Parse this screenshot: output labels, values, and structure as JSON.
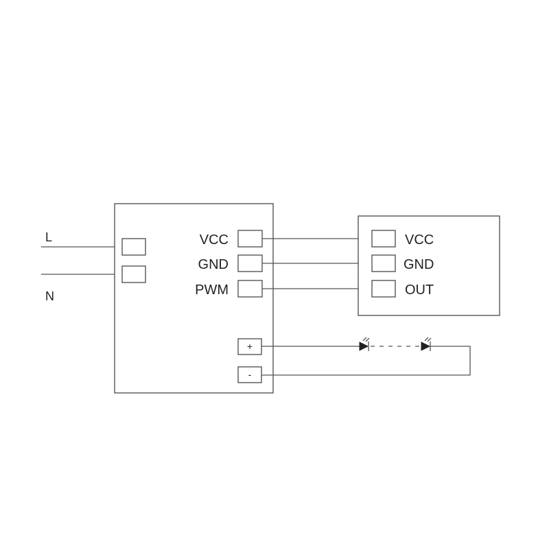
{
  "mains": {
    "line_label": "L",
    "neutral_label": "N"
  },
  "driver": {
    "terminals": {
      "vcc": "VCC",
      "gnd": "GND",
      "pwm": "PWM"
    },
    "output": {
      "plus": "+",
      "minus": "-"
    }
  },
  "sensor": {
    "terminals": {
      "vcc": "VCC",
      "gnd": "GND",
      "out": "OUT"
    }
  },
  "colors": {
    "line": "#555555",
    "text": "#222222",
    "background": "#ffffff"
  }
}
